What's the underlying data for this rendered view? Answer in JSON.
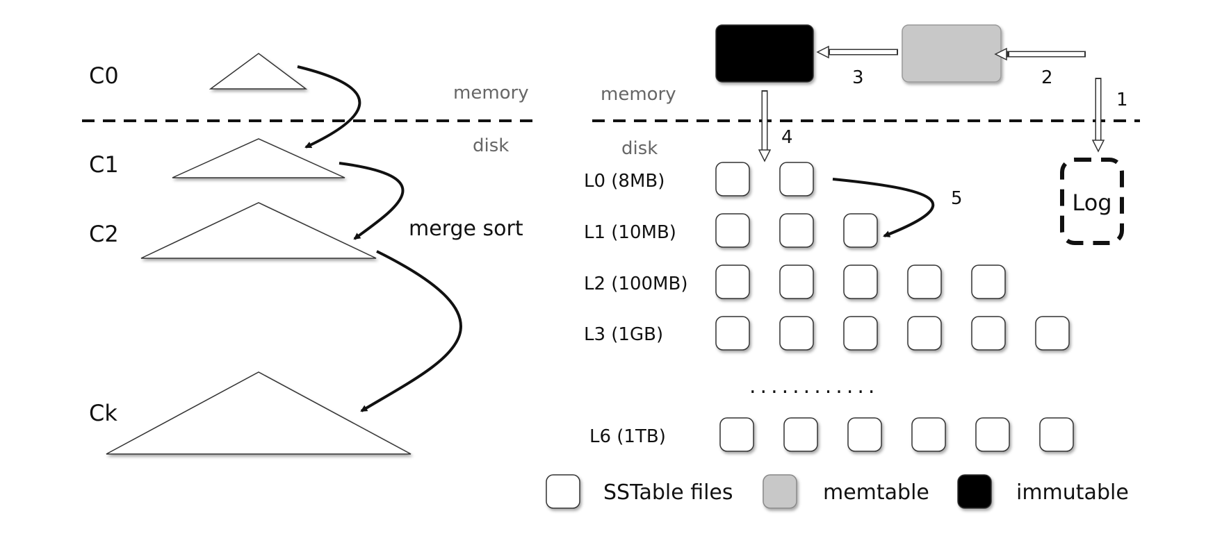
{
  "left": {
    "components": [
      {
        "label": "C0",
        "scale": 0.45
      },
      {
        "label": "C1",
        "scale": 0.7
      },
      {
        "label": "C2",
        "scale": 1.0
      },
      {
        "label": "Ck",
        "scale": 1.3
      }
    ],
    "memory_label": "memory",
    "disk_label": "disk",
    "merge_label": "merge sort"
  },
  "right": {
    "memory_label": "memory",
    "disk_label": "disk",
    "immutable_color": "#000000",
    "memtable_color": "#c8c8c8",
    "log_label": "Log",
    "steps": [
      "1",
      "2",
      "3",
      "4",
      "5"
    ],
    "levels": [
      {
        "label": "L0 (8MB)",
        "files": 2
      },
      {
        "label": "L1 (10MB)",
        "files": 3
      },
      {
        "label": "L2 (100MB)",
        "files": 5
      },
      {
        "label": "L3 (1GB)",
        "files": 6
      },
      {
        "label": "L6 (1TB)",
        "files": 6
      }
    ],
    "ellipsis": "............",
    "legend": [
      {
        "label": "SSTable files",
        "color": "#ffffff"
      },
      {
        "label": "memtable",
        "color": "#c8c8c8"
      },
      {
        "label": "immutable",
        "color": "#000000"
      }
    ]
  }
}
